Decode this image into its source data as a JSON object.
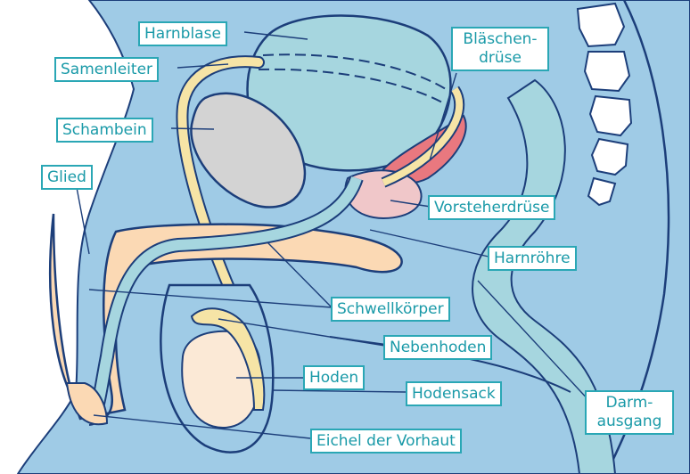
{
  "colors": {
    "background_blue": "#9fcbe6",
    "outline": "#1c3e7a",
    "bladder": "#a6d6df",
    "cord_yellow": "#f6e4a6",
    "tissue_orange": "#fbd9b4",
    "prostate_pink": "#f0c7c9",
    "vesicle_red": "#e9787f",
    "bone_gray": "#d3d3d3",
    "label_text": "#1a9aa8",
    "label_border": "#2aa7b5"
  },
  "labels": {
    "harnblase": "Harnblase",
    "samenleiter": "Samenleiter",
    "schambein": "Schambein",
    "glied": "Glied",
    "blaeschen_1": "Bläschen-",
    "blaeschen_2": "drüse",
    "vorsteherdruese": "Vorsteherdrüse",
    "harnroehre": "Harnröhre",
    "schwellkoerper": "Schwellkörper",
    "nebenhoden": "Nebenhoden",
    "hoden": "Hoden",
    "hodensack": "Hodensack",
    "darm_1": "Darm-",
    "darm_2": "ausgang",
    "eichel": "Eichel der Vorhaut"
  }
}
